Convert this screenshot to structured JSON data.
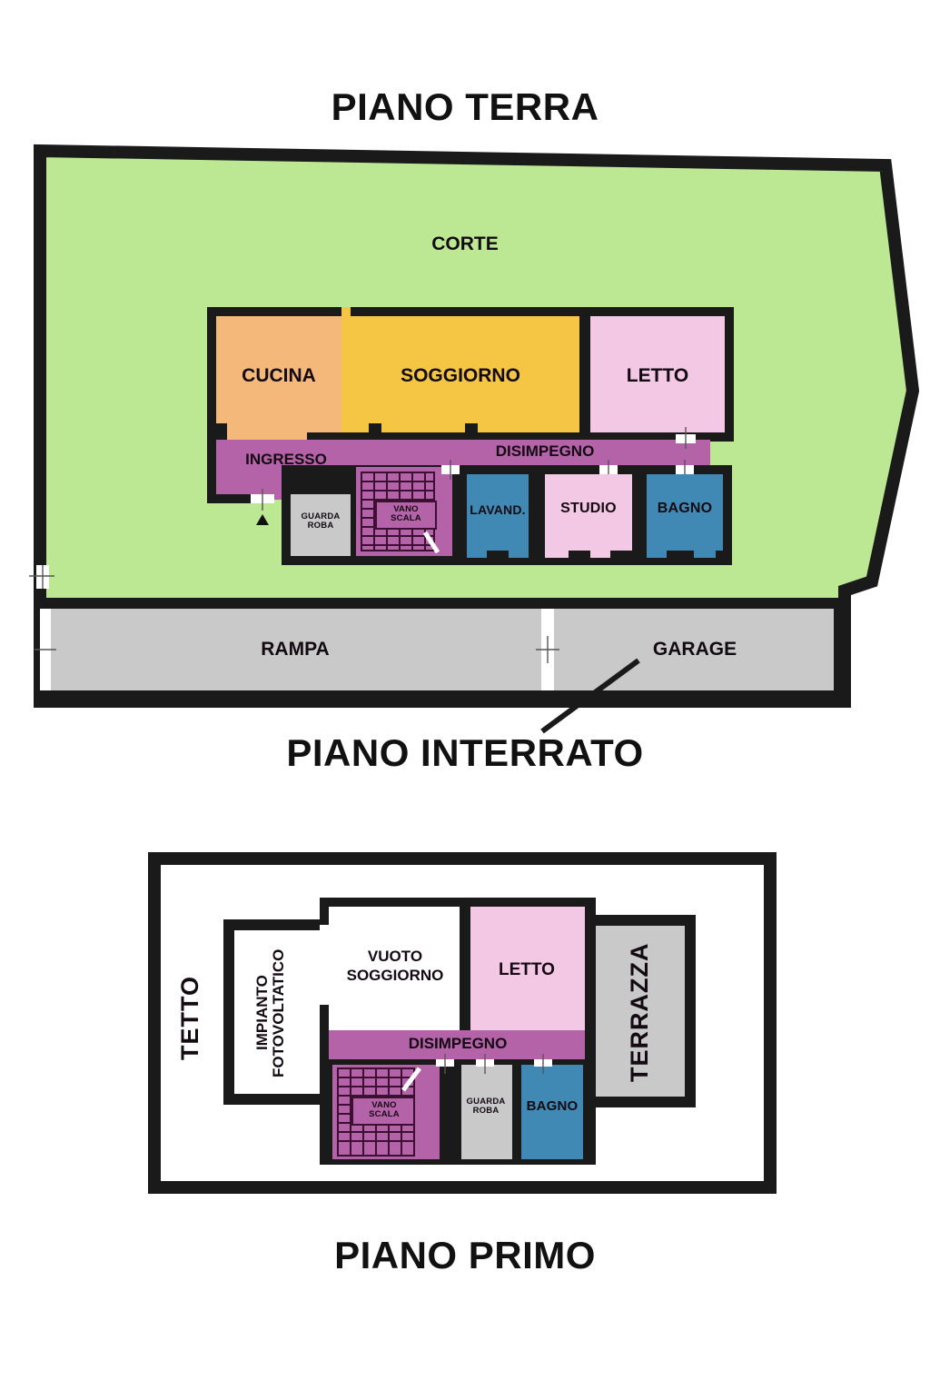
{
  "titles": {
    "ground": "PIANO TERRA",
    "basement": "PIANO INTERRATO",
    "first": "PIANO PRIMO"
  },
  "colors": {
    "courtyard_green": "#BCE893",
    "kitchen_orange": "#F4B97A",
    "living_yellow": "#F5C644",
    "bedroom_pink": "#F2C8E4",
    "hall_purple": "#B463A8",
    "bath_blue": "#4189B5",
    "storage_grey": "#C9C9C9",
    "wall_black": "#1A1A1A",
    "door_white": "#FFFFFF"
  },
  "ground_floor": {
    "name": "PIANO TERRA",
    "outdoor": {
      "label": "CORTE"
    },
    "rooms": [
      {
        "id": "cucina",
        "label": "CUCINA",
        "color": "#F4B97A"
      },
      {
        "id": "soggiorno",
        "label": "SOGGIORNO",
        "color": "#F5C644"
      },
      {
        "id": "letto",
        "label": "LETTO",
        "color": "#F2C8E4"
      },
      {
        "id": "ingresso",
        "label": "INGRESSO",
        "color": "#B463A8"
      },
      {
        "id": "disimpegno",
        "label": "DISIMPEGNO",
        "color": "#B463A8"
      },
      {
        "id": "guardaroba",
        "label": "GUARDA ROBA",
        "color": "#C9C9C9"
      },
      {
        "id": "vanoscala",
        "label": "VANO SCALA",
        "color": "#B463A8"
      },
      {
        "id": "lavanderia",
        "label": "LAVAND.",
        "color": "#4189B5"
      },
      {
        "id": "studio",
        "label": "STUDIO",
        "color": "#F2C8E4"
      },
      {
        "id": "bagno",
        "label": "BAGNO",
        "color": "#4189B5"
      }
    ],
    "guardaroba_line1": "GUARDA",
    "guardaroba_line2": "ROBA",
    "vanoscala_line1": "VANO",
    "vanoscala_line2": "SCALA"
  },
  "basement_floor": {
    "name": "PIANO INTERRATO",
    "rooms": [
      {
        "id": "rampa",
        "label": "RAMPA",
        "color": "#C9C9C9"
      },
      {
        "id": "garage",
        "label": "GARAGE",
        "color": "#C9C9C9"
      }
    ]
  },
  "first_floor": {
    "name": "PIANO PRIMO",
    "rooms": [
      {
        "id": "tetto",
        "label": "TETTO",
        "color": "#FFFFFF"
      },
      {
        "id": "fotovoltaico",
        "label": "IMPIANTO FOTOVOLTATICO",
        "color": "#FFFFFF"
      },
      {
        "id": "vuoto",
        "label": "VUOTO SOGGIORNO",
        "color": "#FFFFFF"
      },
      {
        "id": "letto",
        "label": "LETTO",
        "color": "#F2C8E4"
      },
      {
        "id": "terrazza",
        "label": "TERRAZZA",
        "color": "#C9C9C9"
      },
      {
        "id": "disimpegno",
        "label": "DISIMPEGNO",
        "color": "#B463A8"
      },
      {
        "id": "vanoscala",
        "label": "VANO SCALA",
        "color": "#B463A8"
      },
      {
        "id": "guardaroba",
        "label": "GUARDA ROBA",
        "color": "#C9C9C9"
      },
      {
        "id": "bagno",
        "label": "BAGNO",
        "color": "#4189B5"
      }
    ],
    "fotovoltaico_line1": "IMPIANTO",
    "fotovoltaico_line2": "FOTOVOLTATICO",
    "vuoto_line1": "VUOTO",
    "vuoto_line2": "SOGGIORNO",
    "guardaroba_line1": "GUARDA",
    "guardaroba_line2": "ROBA",
    "vanoscala_line1": "VANO",
    "vanoscala_line2": "SCALA"
  }
}
